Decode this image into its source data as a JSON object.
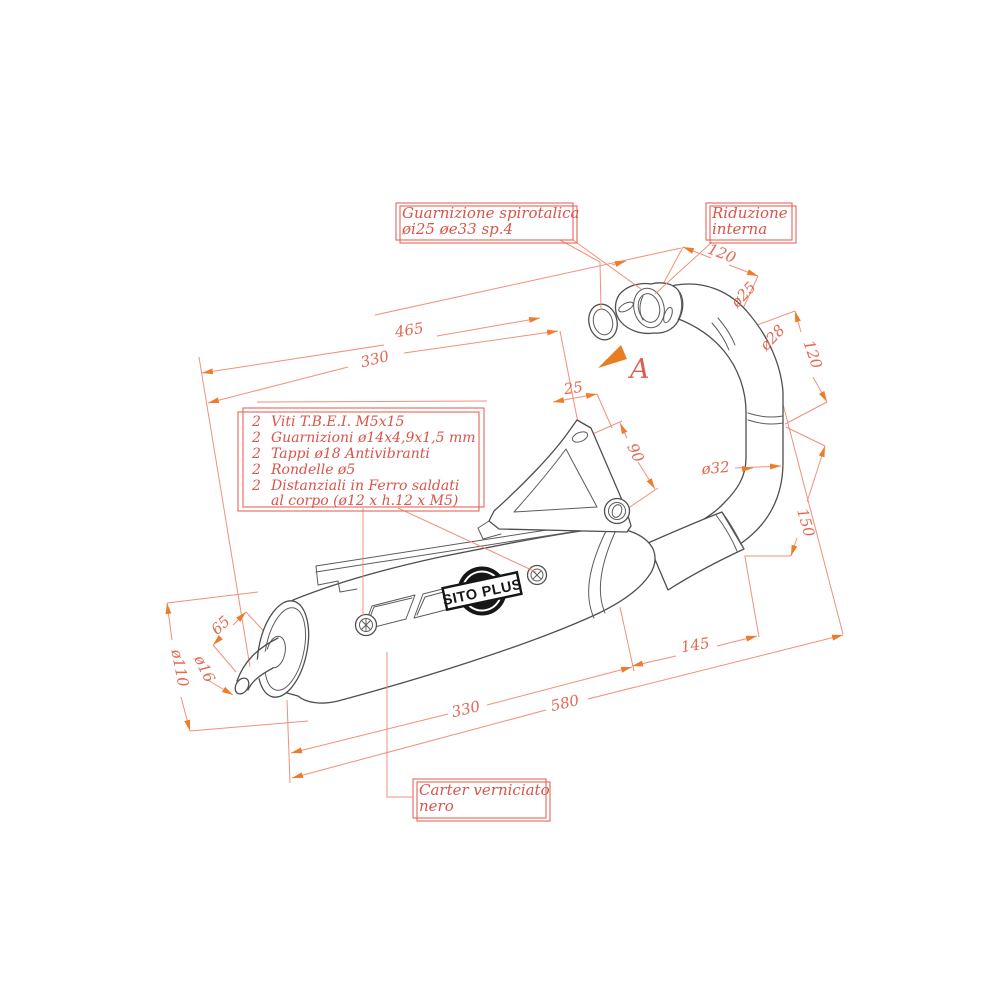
{
  "callouts": {
    "gasket": {
      "line1": "Guarnizione spirotalica",
      "line2": "øi25 øe33 sp.4"
    },
    "reduction": {
      "line1": "Riduzione",
      "line2": "interna"
    },
    "carter": {
      "line1": "Carter verniciato",
      "line2": "nero"
    }
  },
  "parts_list": {
    "items": [
      {
        "qty": "2",
        "text": "Viti T.B.E.I.  M5x15"
      },
      {
        "qty": "2",
        "text": "Guarnizioni ø14x4,9x1,5  mm"
      },
      {
        "qty": "2",
        "text": "Tappi ø18  Antivibranti"
      },
      {
        "qty": "2",
        "text": "Rondelle ø5"
      },
      {
        "qty": "2",
        "text": "Distanziali in Ferro saldati"
      },
      {
        "qty": "",
        "text": "al corpo (ø12 x h.12 x M5)"
      }
    ]
  },
  "dims": {
    "length_total": "465",
    "length_top": "330",
    "header_len_1": "120",
    "header_dia_1": "ø25",
    "header_dia_2": "ø28",
    "header_len_2": "120",
    "offset_small": "25",
    "bracket_offset": "90",
    "pipe_dia": "ø32",
    "drop": "150",
    "base_mid": "145",
    "base_muffler": "330",
    "base_total": "580",
    "tail_len": "65",
    "tail_dia": "ø16",
    "cap_dia": "ø110"
  },
  "view_marker": "A",
  "logo": "SITO PLUS",
  "colors": {
    "dimension_line": "#f0907c",
    "arrow": "#ed7c2c",
    "label_text": "#d9544a",
    "dim_text": "#e46852",
    "line_art": "#4f4f4f",
    "logo_ink": "#161616"
  }
}
